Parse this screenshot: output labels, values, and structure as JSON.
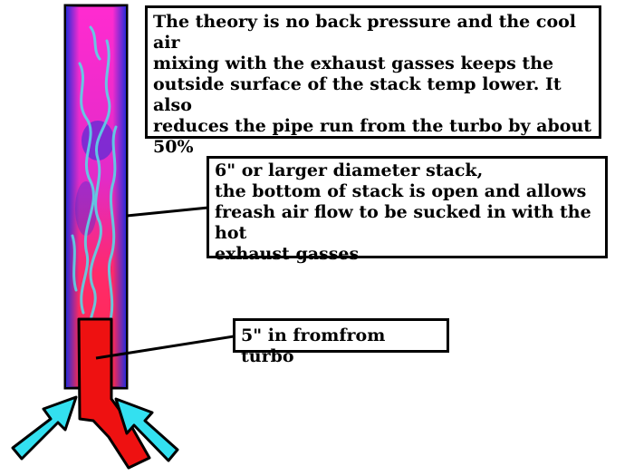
{
  "colors": {
    "stack_outline": "#000000",
    "stack_blue": "#2b2bd8",
    "stack_magenta": "#ff2bd0",
    "stack_red": "#ff2a4a",
    "flow_cyan": "#5ad6e6",
    "inlet_pipe": "#ee1111",
    "air_arrow": "#33e0f0"
  },
  "labels": {
    "theory": "The theory is no back pressure and the cool air\nmixing with the exhaust gasses keeps the\noutside surface of the stack temp lower. It also\nreduces the pipe run from the turbo by about\n50%",
    "stack": "6\" or larger diameter stack,\nthe bottom of stack is open and allows\nfreash air flow to be sucked in with the hot\nexhaust gasses",
    "inlet": "5\" in fromfrom turbo"
  }
}
